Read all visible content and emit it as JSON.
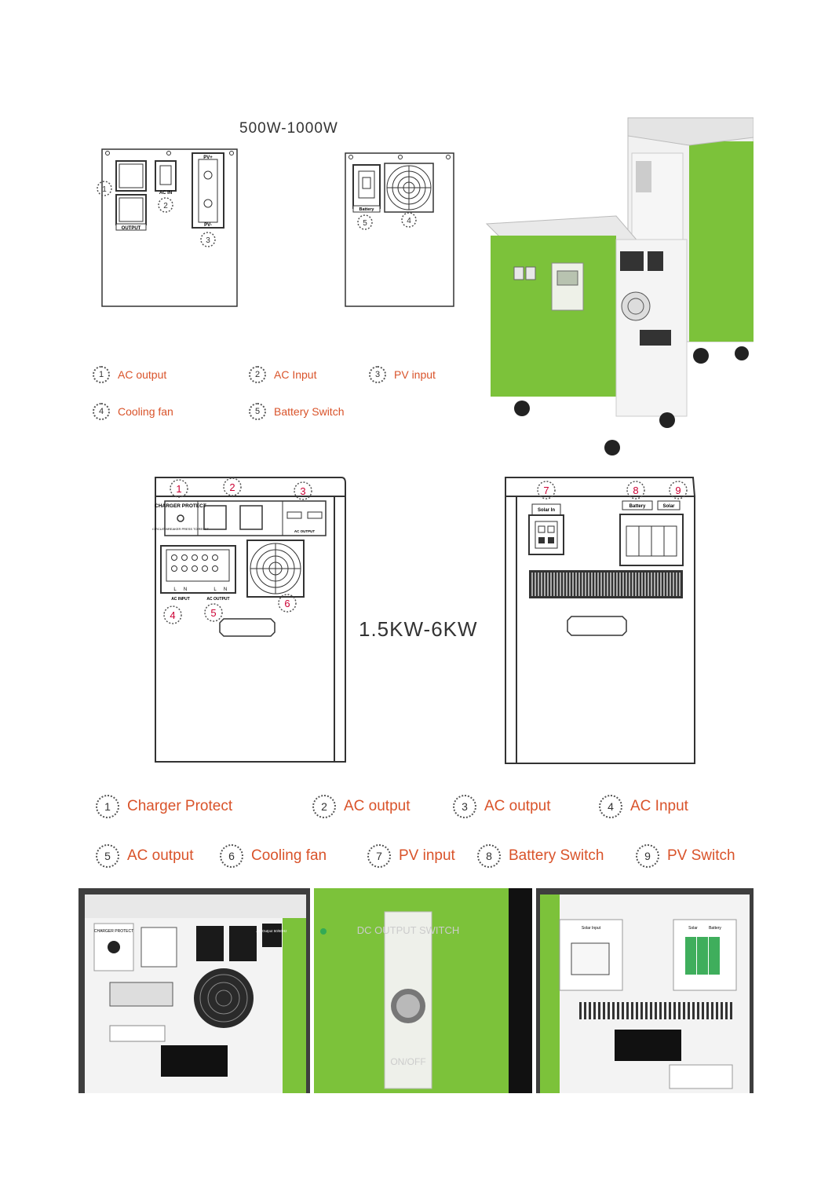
{
  "small": {
    "title": "500W-1000W",
    "labels": {
      "ac_in": "AC IN",
      "output": "OUTPUT",
      "pv_plus": "PV+",
      "pv_minus": "PV-",
      "battery": "Battery"
    },
    "legend": [
      {
        "num": "1",
        "text": "AC output"
      },
      {
        "num": "2",
        "text": "AC Input"
      },
      {
        "num": "3",
        "text": "PV  input"
      },
      {
        "num": "4",
        "text": "Cooling fan"
      },
      {
        "num": "5",
        "text": "Battery  Switch"
      }
    ]
  },
  "large": {
    "title": "1.5KW-6KW",
    "labels": {
      "charger_protect": "CHARGER PROTECT",
      "circuit_breaker": "CIRCUIT BREAKER PRESS TO RESET",
      "ac_input": "AC INPUT",
      "ac_output": "AC OUTPUT",
      "solar_in": "Solar In",
      "battery": "Battery",
      "solar": "Solar",
      "l": "L",
      "n": "N"
    },
    "legend": [
      {
        "num": "1",
        "text": "Charger  Protect"
      },
      {
        "num": "2",
        "text": "AC output"
      },
      {
        "num": "3",
        "text": "AC output"
      },
      {
        "num": "4",
        "text": "AC Input"
      },
      {
        "num": "5",
        "text": "AC output"
      },
      {
        "num": "6",
        "text": "Cooling fan"
      },
      {
        "num": "7",
        "text": "PV  input"
      },
      {
        "num": "8",
        "text": "Battery  Switch"
      },
      {
        "num": "9",
        "text": "PV  Switch"
      }
    ]
  },
  "photos": {
    "left": {
      "charger_protect": "CHARGER PROTECT",
      "ac_output": "AC Output 50/60Hz"
    },
    "middle": {
      "top_label": "DC OUTPUT SWITCH",
      "bottom_label": "ON/OFF"
    },
    "right": {
      "solar_input": "Solar Input",
      "solar": "Solar",
      "battery": "Battery"
    }
  },
  "colors": {
    "accent_green": "#7cc23a",
    "legend_orange": "#d9532a"
  }
}
